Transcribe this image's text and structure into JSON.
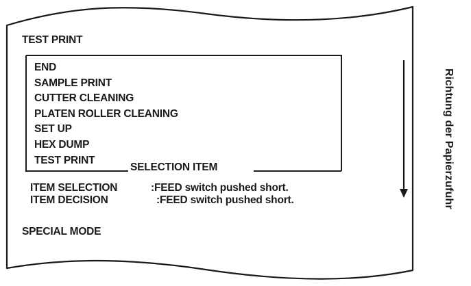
{
  "receipt": {
    "header": "TEST PRINT",
    "menu_items": [
      "END",
      "SAMPLE PRINT",
      "CUTTER CLEANING",
      "PLATEN ROLLER CLEANING",
      "SET UP",
      "HEX DUMP",
      "TEST PRINT"
    ],
    "frame_label": "SELECTION ITEM",
    "instructions": [
      {
        "key": "ITEM SELECTION",
        "value": ":FEED switch pushed short."
      },
      {
        "key": "ITEM DECISION",
        "value": ":FEED switch pushed short."
      }
    ],
    "footer": "SPECIAL MODE"
  },
  "direction_label": "Richtung der Papierzufuhr",
  "colors": {
    "ink": "#1a1a1a",
    "paper": "#ffffff"
  }
}
